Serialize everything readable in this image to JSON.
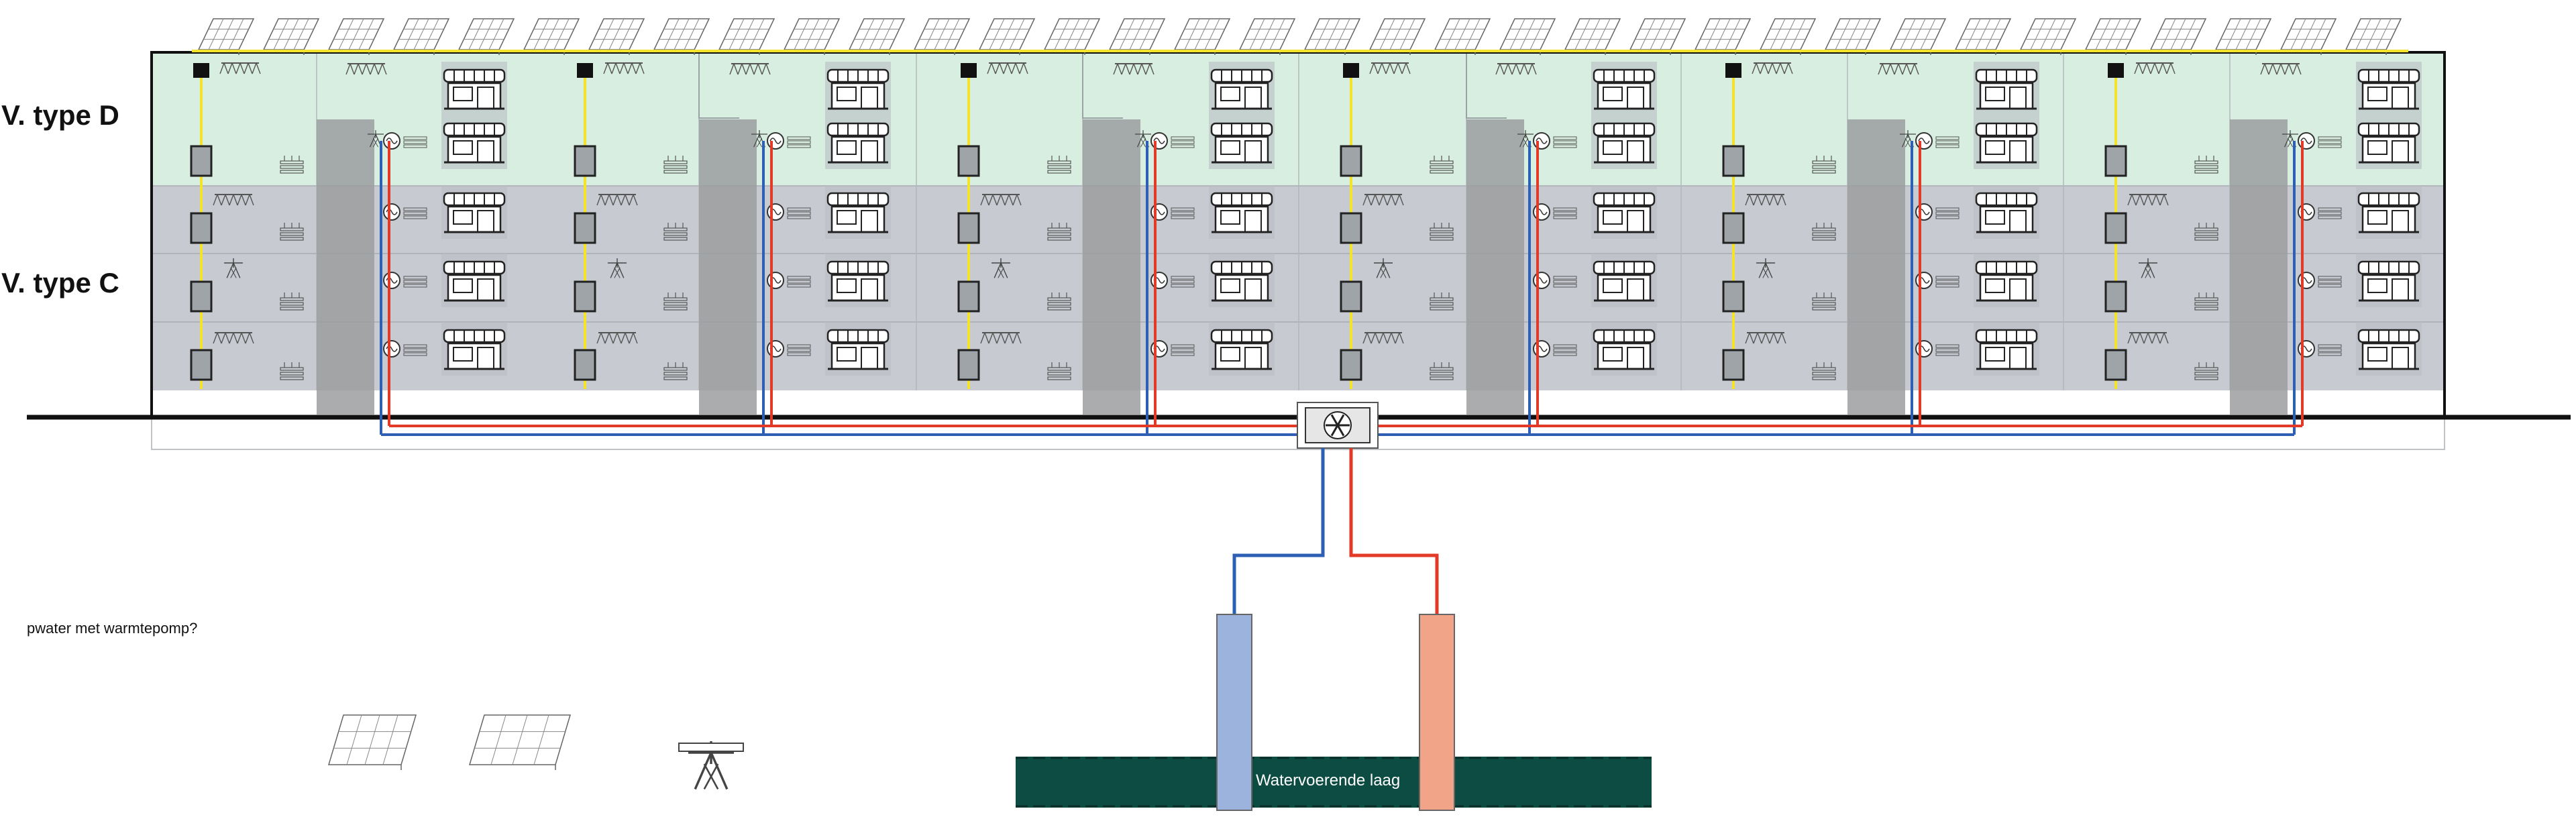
{
  "labels": {
    "floor_upper": "V. type D",
    "floor_lower": "V. type C",
    "note": "pwater met warmtepomp?",
    "aquifer": "Watervoerende laag"
  },
  "colors": {
    "upper_floor_fill": "#d7eee0",
    "lower_floor_fill": "#c7cbd1",
    "shaft_fill": "#9b9d9f",
    "supply_pipe": "#e23a26",
    "return_pipe": "#2d5fb4",
    "electric_line": "#f3e32a",
    "aquifer_fill": "#0d4c43",
    "well_cold": "#9bb3dd",
    "well_warm": "#f1a487"
  },
  "icons": [
    "solar-panel-icon",
    "heat-pump-icon",
    "shop-awning-icon",
    "transmission-tower-icon",
    "lamp-icon",
    "heating-coil-icon",
    "meter-box-icon",
    "fan-unit-icon",
    "well-icon"
  ]
}
